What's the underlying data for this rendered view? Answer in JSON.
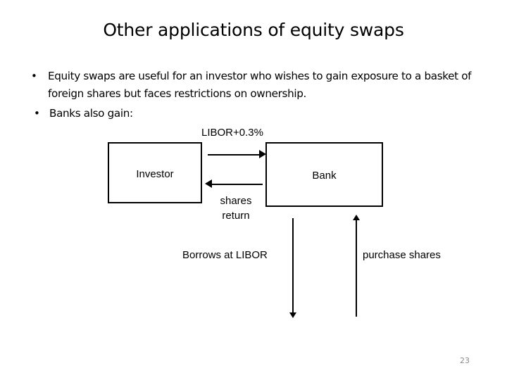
{
  "slide": {
    "title": "Other applications of equity swaps",
    "page_number": "23",
    "bullets": [
      {
        "marker": "•",
        "text": "Equity swaps are useful for an investor who wishes to gain exposure to a basket of foreign shares but faces restrictions on ownership."
      },
      {
        "marker": "•",
        "text": "Banks also gain:"
      }
    ],
    "diagram": {
      "boxes": [
        {
          "id": "investor",
          "label": "Investor"
        },
        {
          "id": "bank",
          "label": "Bank"
        }
      ],
      "labels": {
        "top_flow": "LIBOR+0.3%",
        "return_flow": "shares return",
        "bottom_left": "Borrows at  LIBOR",
        "bottom_right": "purchase shares"
      },
      "colors": {
        "line": "#000000",
        "box_fill": "#ffffff",
        "text": "#000000",
        "page_number": "#8a8a8a"
      }
    }
  }
}
